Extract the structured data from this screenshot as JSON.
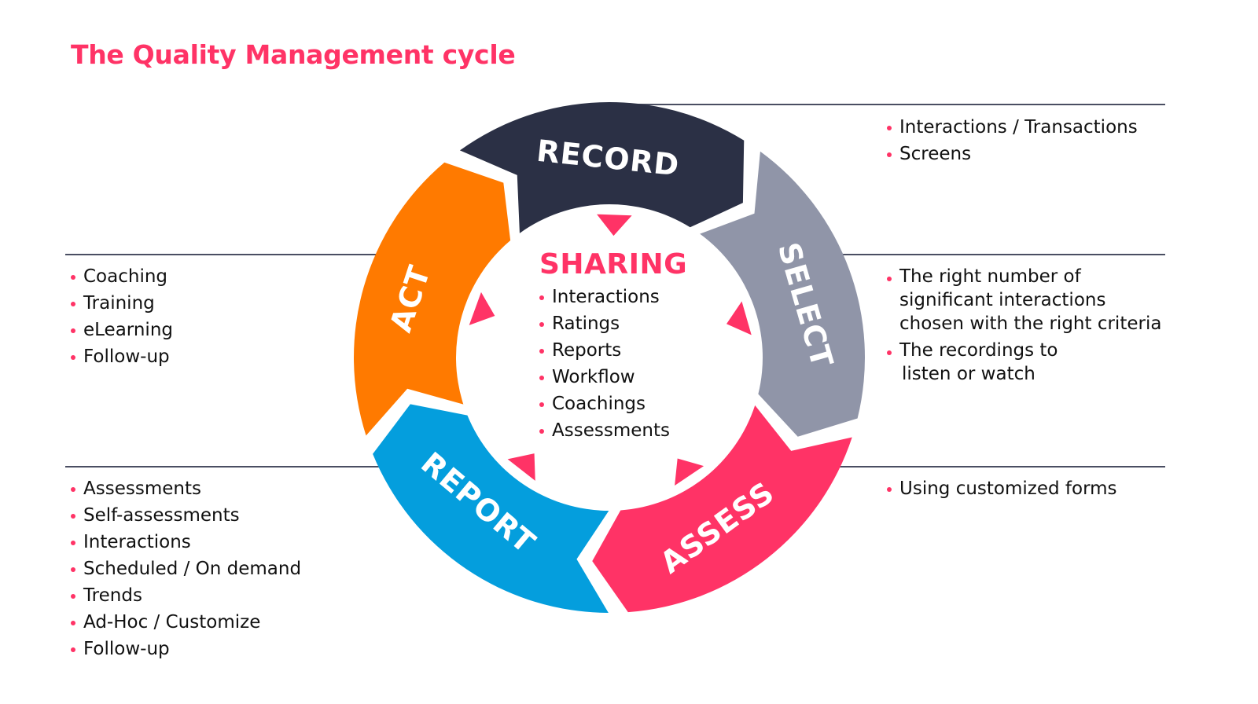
{
  "title": "The Quality Management cycle",
  "colors": {
    "accent": "#ff3366",
    "record": "#2b3045",
    "select": "#9095a8",
    "assess": "#ff3366",
    "report": "#049edd",
    "act": "#ff7a00",
    "rule": "#4a4e62"
  },
  "cycle": {
    "segments": [
      {
        "id": "record",
        "label": "RECORD"
      },
      {
        "id": "select",
        "label": "SELECT"
      },
      {
        "id": "assess",
        "label": "ASSESS"
      },
      {
        "id": "report",
        "label": "REPORT"
      },
      {
        "id": "act",
        "label": "ACT"
      }
    ],
    "center": {
      "heading": "SHARING",
      "items": [
        "Interactions",
        "Ratings",
        "Reports",
        "Workflow",
        "Coachings",
        "Assessments"
      ]
    }
  },
  "notes": {
    "record": [
      "Interactions / Transactions",
      "Screens"
    ],
    "select": [
      {
        "text": "The right number of",
        "bullet": true
      },
      {
        "text": "significant interactions",
        "bullet": false
      },
      {
        "text": "chosen with the right criteria",
        "bullet": false
      },
      {
        "text": "The recordings to",
        "bullet": true
      },
      {
        "text": "listen or watch",
        "bullet": false
      }
    ],
    "assess": [
      "Using customized forms"
    ],
    "act": [
      "Coaching",
      "Training",
      "eLearning",
      "Follow-up"
    ],
    "report": [
      "Assessments",
      "Self-assessments",
      "Interactions",
      "Scheduled / On demand",
      "Trends",
      "Ad-Hoc / Customize",
      "Follow-up"
    ]
  }
}
